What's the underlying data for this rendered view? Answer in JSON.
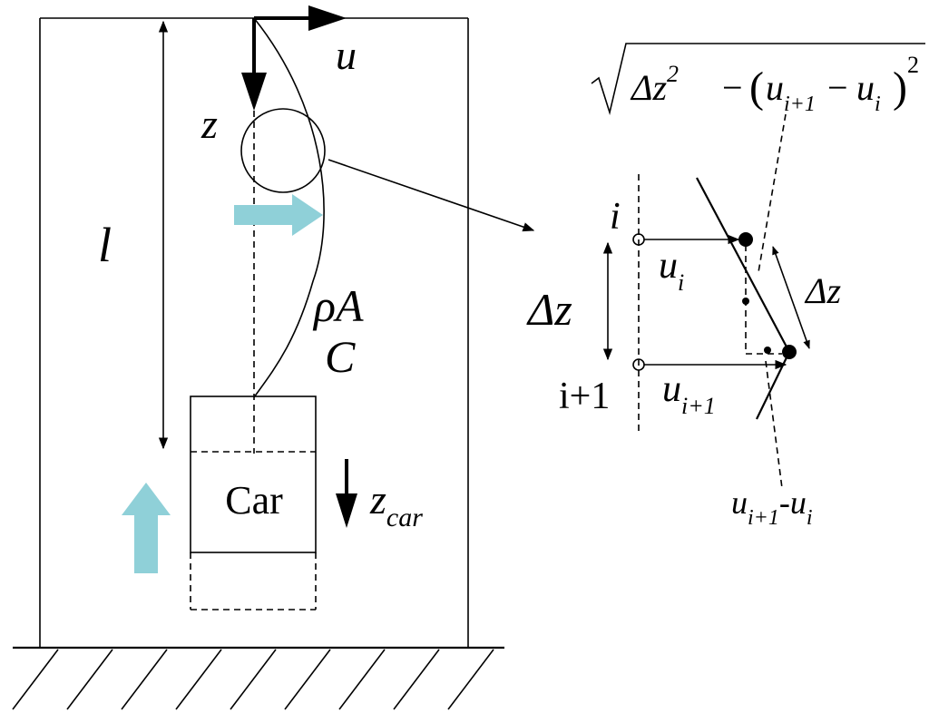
{
  "labels": {
    "u": "u",
    "z": "z",
    "l": "l",
    "rho_a": "ρA",
    "c": "C",
    "car": "Car",
    "z_car_main": "z",
    "z_car_sub": "car",
    "formula_delta_z": "Δz",
    "formula_exp": "2",
    "formula_minus": "−",
    "formula_u_i1": "u",
    "formula_i1_sub": "i+1",
    "formula_u_i": "u",
    "formula_i_sub": "i",
    "formula_outer_exp": "2",
    "node_i": "i",
    "node_i1": "i+1",
    "u_i_main": "u",
    "u_i_sub": "i",
    "u_i1_main": "u",
    "u_i1_sub": "i+1",
    "delta_z_left": "Δz",
    "delta_z_right": "Δz",
    "diff_u1": "u",
    "diff_sub1": "i+1",
    "diff_minus": "-",
    "diff_u2": "u",
    "diff_sub2": "i"
  },
  "colors": {
    "line": "#000000",
    "motion_arrow": "#8fd0d8"
  }
}
